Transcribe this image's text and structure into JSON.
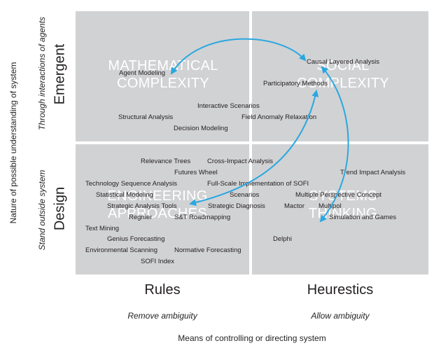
{
  "colors": {
    "quadrant_fill": "#d1d2d4",
    "arrow": "#29a8e0",
    "watermark_text": "#ffffff"
  },
  "quadrants": {
    "top_left": {
      "title_line1": "MATHEMATICAL",
      "title_line2": "COMPLEXITY"
    },
    "top_right": {
      "title_line1": "SOCIAL",
      "title_line2": "COMPLEXITY"
    },
    "bottom_left": {
      "title_line1": "ENGINEERING",
      "title_line2": "APPROACHES"
    },
    "bottom_right": {
      "title_line1": "SYSTEMS",
      "title_line2": "THINKING"
    }
  },
  "methods": {
    "agent_modeling": "Agent Modeling",
    "causal_layered_analysis": "Causal Layered Analysis",
    "participatory_methods": "Participatory Methods",
    "interactive_scenarios": "Interactive Scenarios",
    "structural_analysis": "Structural Analysis",
    "field_anomaly_relaxation": "Field Anomaly Relaxation",
    "decision_modeling": "Decision Modeling",
    "relevance_trees": "Relevance Trees",
    "cross_impact_analysis": "Cross-Impact Analysis",
    "futures_wheel": "Futures Wheel",
    "trend_impact_analysis": "Trend Impact Analysis",
    "technology_sequence_analysis": "Technology Sequence Analysis",
    "full_scale_implementation_sofi": "Full-Scale Implementation of SOFI",
    "statistical_modeling": "Statistical Modeling",
    "scenarios": "Scenarios",
    "multiple_perspective_concept": "Multiple Perspective Concept",
    "strategic_analysis_tools": "Strategic Analysis Tools",
    "strategic_diagnosis": "Strategic Diagnosis",
    "mactor": "Mactor",
    "multipol": "Multipol",
    "regnier": "Regnier",
    "st_roadmapping": "S&T Roadmapping",
    "simulation_and_games": "Simulation and Games",
    "text_mining": "Text Mining",
    "genius_forecasting": "Genius Forecasting",
    "delphi": "Delphi",
    "environmental_scanning": "Environmental Scanning",
    "normative_forecasting": "Normative Forecasting",
    "sofi_index": "SOFI Index"
  },
  "y_axis": {
    "title": "Nature of possible understanding of system",
    "emergent": "Emergent",
    "emergent_sub": "Through interactions of agents",
    "design": "Design",
    "design_sub": "Stand outside system"
  },
  "x_axis": {
    "title": "Means of controlling or directing system",
    "rules": "Rules",
    "rules_sub": "Remove ambiguity",
    "heuristics": "Heurestics",
    "heuristics_sub": "Allow ambiguity"
  }
}
